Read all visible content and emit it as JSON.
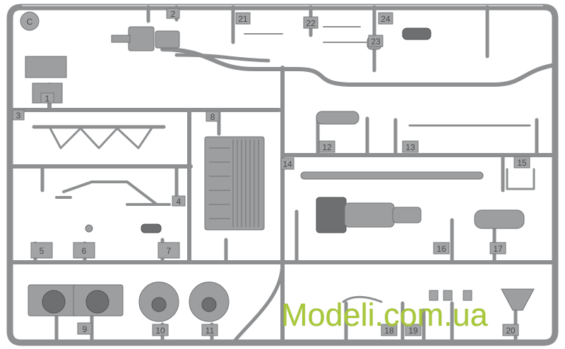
{
  "frame_letter": "C",
  "part_numbers": [
    "1",
    "2",
    "3",
    "4",
    "5",
    "6",
    "7",
    "8",
    "9",
    "10",
    "11",
    "12",
    "13",
    "14",
    "15",
    "16",
    "17",
    "18",
    "19",
    "20",
    "21",
    "22",
    "23",
    "24"
  ],
  "watermark": "Modeli.com.ua",
  "colors": {
    "sprue_plastic": "#9c9ea0",
    "background": "#ffffff",
    "watermark": "#a8c83a"
  }
}
